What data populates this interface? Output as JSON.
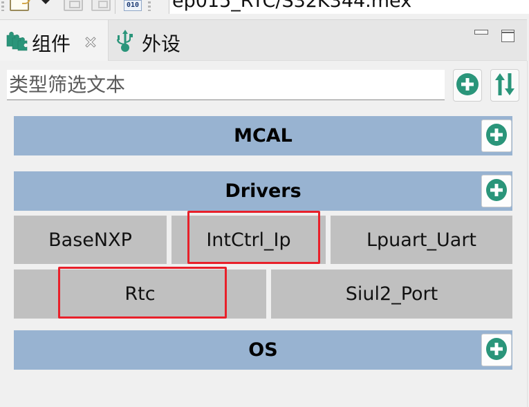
{
  "toolbar": {
    "icons": [
      "new-file-icon",
      "dropdown-arrow-icon",
      "save-icon",
      "save-all-icon",
      "binary-010-icon"
    ],
    "binary_label": "010",
    "title_path": "ep015_RTC/S32K344.mex"
  },
  "tabs": [
    {
      "label": "组件",
      "icon": "puzzle-pieces-icon",
      "active": true,
      "closable": true
    },
    {
      "label": "外设",
      "icon": "usb-icon",
      "active": false,
      "closable": false
    }
  ],
  "view_controls": {
    "minimize": "minimize-icon",
    "maximize": "maximize-icon"
  },
  "filter": {
    "placeholder": "类型筛选文本",
    "value": "",
    "add_button": "add-icon",
    "sort_button": "sort-icon"
  },
  "colors": {
    "accent_green": "#2a957a",
    "group_header_bg": "#98b3d1",
    "component_bg": "#c0c0c0",
    "highlight_red": "#e8202a"
  },
  "groups": [
    {
      "title": "MCAL",
      "components": []
    },
    {
      "title": "Drivers",
      "components": [
        {
          "label": "BaseNXP"
        },
        {
          "label": "IntCtrl_Ip",
          "highlighted": true
        },
        {
          "label": "Lpuart_Uart"
        },
        {
          "label": "Rtc",
          "highlighted": true
        },
        {
          "label": "Siul2_Port"
        }
      ]
    },
    {
      "title": "OS",
      "components": []
    }
  ]
}
